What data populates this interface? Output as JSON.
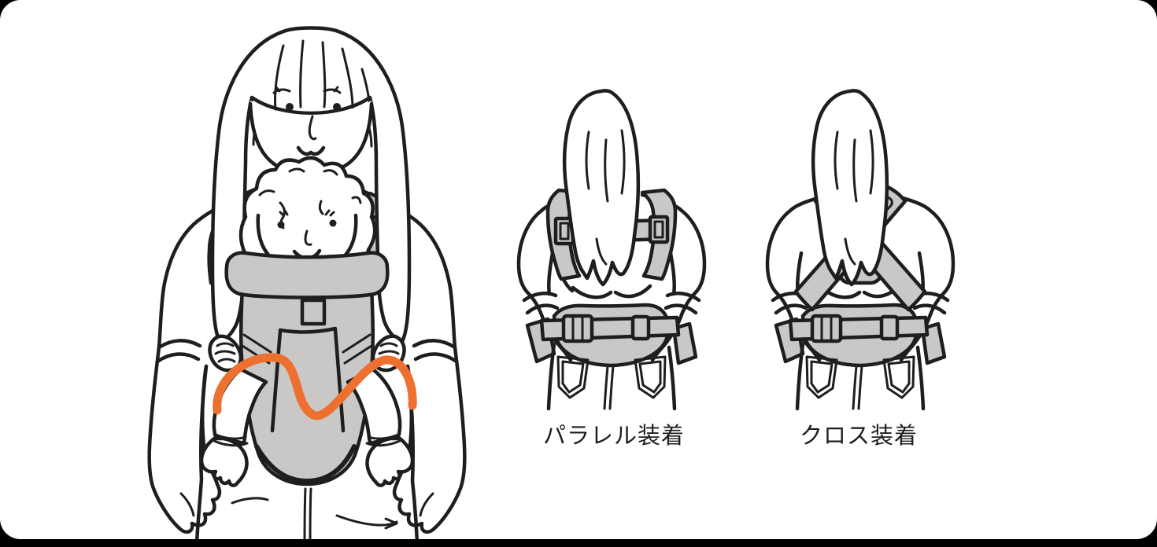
{
  "captions": {
    "parallel": "パラレル装着",
    "cross": "クロス装着"
  },
  "figures": {
    "front": "parent carrying baby in front carrier with orange M-position guide line",
    "parallel": "back view with shoulder straps worn parallel",
    "cross": "back view with shoulder straps worn crossed"
  },
  "colors": {
    "background": "#ffffff",
    "outside": "#000000",
    "line": "#1e1e1e",
    "carrier_gray": "#c9c8c6",
    "accent_orange": "#ed7030",
    "text": "#1d1d1d"
  }
}
